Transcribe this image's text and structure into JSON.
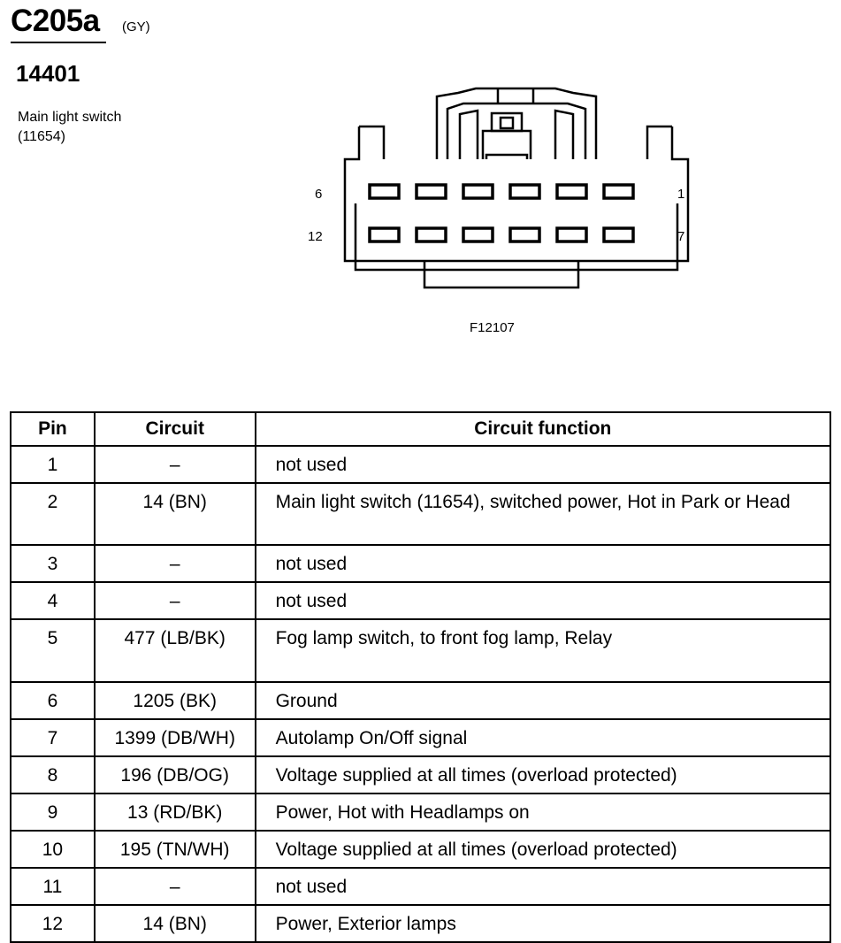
{
  "header": {
    "connector_id": "C205a",
    "color_code": "(GY)",
    "part_number": "14401",
    "description_line1": "Main light switch",
    "description_line2": "(11654)"
  },
  "diagram": {
    "figure_id": "F12107",
    "pin_labels": {
      "top_left": "6",
      "top_right": "1",
      "bottom_left": "12",
      "bottom_right": "7"
    }
  },
  "table": {
    "headers": {
      "pin": "Pin",
      "circuit": "Circuit",
      "function": "Circuit function"
    },
    "rows": [
      {
        "pin": "1",
        "circuit": "–",
        "function": "not used"
      },
      {
        "pin": "2",
        "circuit": "14 (BN)",
        "function": "Main light switch (11654), switched power, Hot in Park or Head"
      },
      {
        "pin": "3",
        "circuit": "–",
        "function": "not used"
      },
      {
        "pin": "4",
        "circuit": "–",
        "function": "not used"
      },
      {
        "pin": "5",
        "circuit": "477 (LB/BK)",
        "function": "Fog lamp switch, to front fog lamp, Relay"
      },
      {
        "pin": "6",
        "circuit": "1205 (BK)",
        "function": "Ground"
      },
      {
        "pin": "7",
        "circuit": "1399 (DB/WH)",
        "function": "Autolamp On/Off signal"
      },
      {
        "pin": "8",
        "circuit": "196 (DB/OG)",
        "function": "Voltage supplied at all times (overload protected)"
      },
      {
        "pin": "9",
        "circuit": "13 (RD/BK)",
        "function": "Power, Hot with Headlamps on"
      },
      {
        "pin": "10",
        "circuit": "195 (TN/WH)",
        "function": "Voltage supplied at all times (overload protected)"
      },
      {
        "pin": "11",
        "circuit": "–",
        "function": "not used"
      },
      {
        "pin": "12",
        "circuit": "14 (BN)",
        "function": "Power, Exterior lamps"
      }
    ]
  }
}
